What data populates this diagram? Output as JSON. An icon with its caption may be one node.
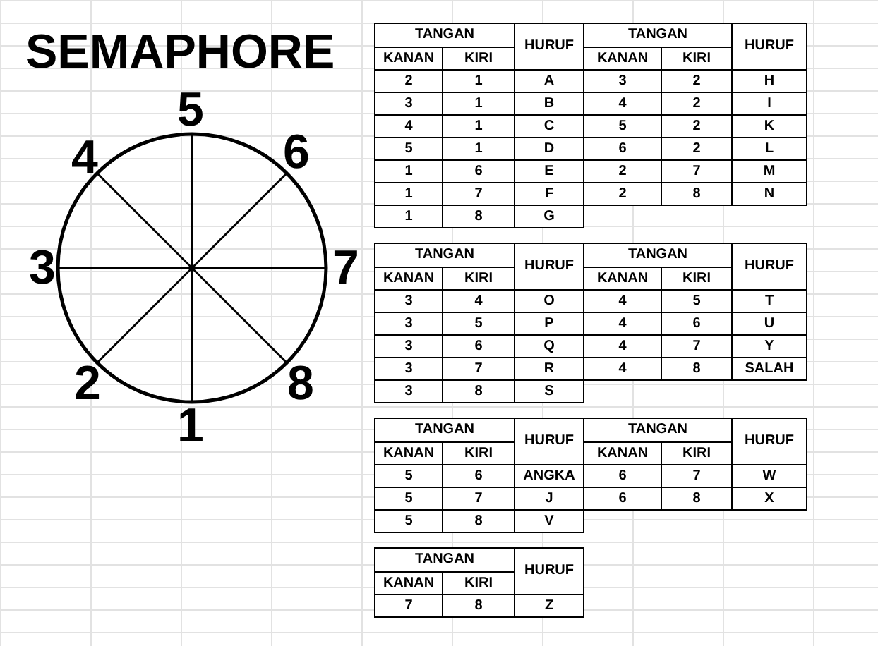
{
  "diagram": {
    "title": "SEMAPHORE",
    "labels": [
      "5",
      "4",
      "6",
      "3",
      "7",
      "2",
      "8",
      "1",
      "TANGAN",
      "HURUF",
      "TANGAN",
      "HURUF",
      "KANAN",
      "KIRI",
      "KANAN",
      "KIRI",
      "2",
      "1",
      "A",
      "3",
      "2",
      "H",
      "3",
      "1",
      "B",
      "4",
      "2",
      "I",
      "4",
      "1",
      "C",
      "5",
      "2",
      "K",
      "5",
      "1",
      "D",
      "6",
      "2",
      "L",
      "1",
      "6",
      "E",
      "2",
      "7",
      "M",
      "1",
      "7",
      "F",
      "2",
      "8",
      "N",
      "1",
      "8",
      "G",
      "TANGAN",
      "HURUF",
      "TANGAN",
      "HURUF",
      "KANAN",
      "KIRI",
      "KANAN",
      "KIRI",
      "3",
      "4",
      "O",
      "4",
      "5",
      "T",
      "3",
      "5",
      "P",
      "4",
      "6",
      "U",
      "3",
      "6",
      "Q",
      "4",
      "7",
      "Y",
      "3",
      "7",
      "R",
      "4",
      "8",
      "SALAH",
      "3",
      "8",
      "S",
      "TANGAN",
      "HURUF",
      "TANGAN",
      "HURUF",
      "KANAN",
      "KIRI",
      "KANAN",
      "KIRI",
      "5",
      "6",
      "ANGKA",
      "6",
      "7",
      "W",
      "5",
      "7",
      "J",
      "6",
      "8",
      "X",
      "5",
      "8",
      "V",
      "TANGAN",
      "HURUF",
      "KANAN",
      "KIRI",
      "7",
      "8",
      "Z"
    ]
  }
}
